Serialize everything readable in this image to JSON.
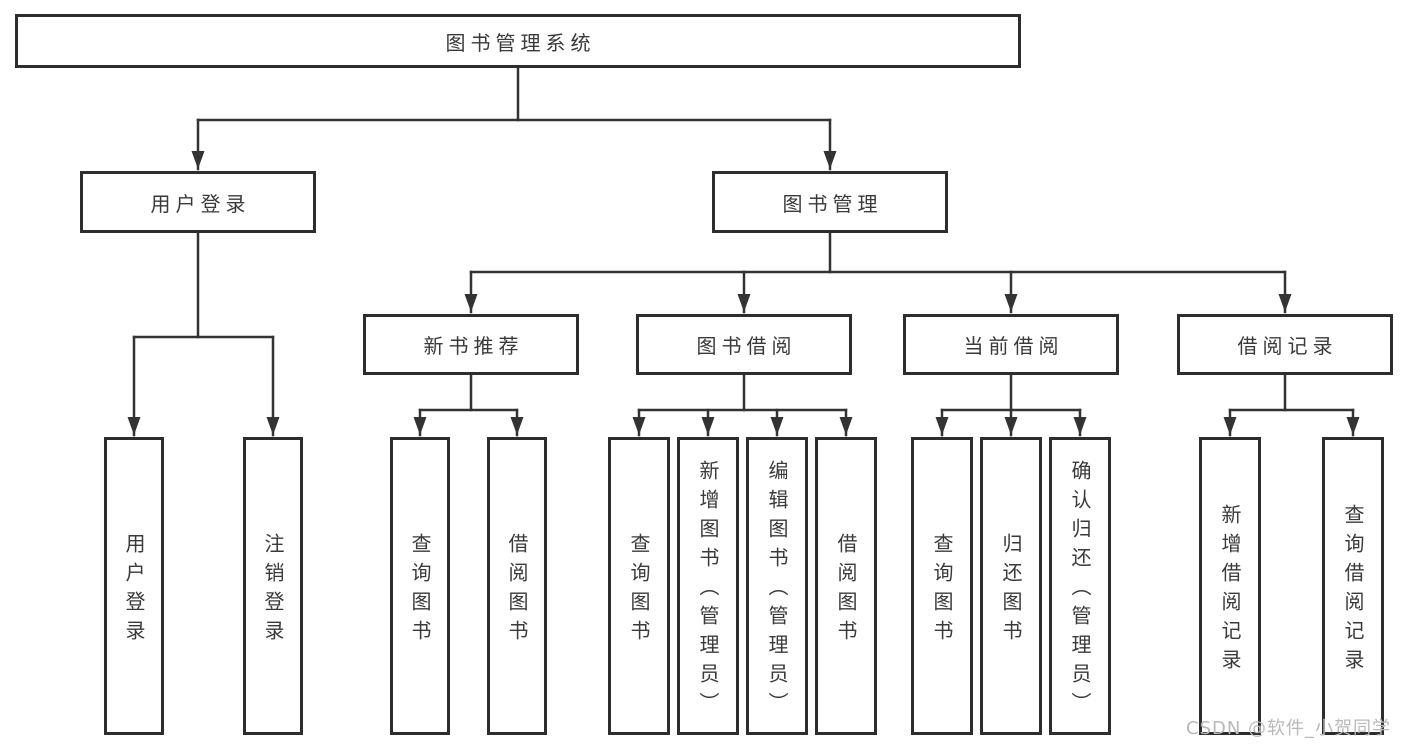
{
  "tree": {
    "root": "图书管理系统",
    "user_login": {
      "label": "用户登录",
      "children": [
        "用户登录",
        "注销登录"
      ]
    },
    "book_mgmt": {
      "label": "图书管理",
      "groups": [
        {
          "label": "新书推荐",
          "children": [
            "查询图书",
            "借阅图书"
          ]
        },
        {
          "label": "图书借阅",
          "children": [
            "查询图书",
            "新增图书（管理员）",
            "编辑图书（管理员）",
            "借阅图书"
          ]
        },
        {
          "label": "当前借阅",
          "children": [
            "查询图书",
            "归还图书",
            "确认归还（管理员）"
          ]
        },
        {
          "label": "借阅记录",
          "children": [
            "新增借阅记录",
            "查询借阅记录"
          ]
        }
      ]
    }
  },
  "watermark": "CSDN @软件_小贺同学"
}
